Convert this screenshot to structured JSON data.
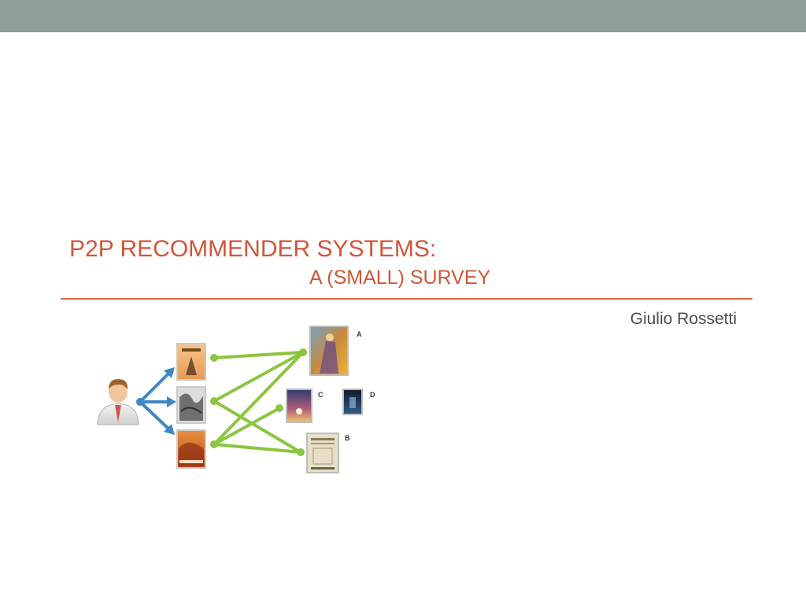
{
  "slide": {
    "title_line1": "P2P RECOMMENDER SYSTEMS:",
    "title_line2": "A (SMALL) SURVEY",
    "author": "Giulio Rossetti"
  },
  "diagram": {
    "labels": {
      "a": "A",
      "b": "B",
      "c": "C",
      "d": "D"
    }
  },
  "colors": {
    "top_band": "#8f9e97",
    "title": "#d2553a",
    "divider": "#df6a4c",
    "author": "#4d4d4d",
    "user_link": "#3f86c6",
    "item_link": "#8cc540"
  }
}
